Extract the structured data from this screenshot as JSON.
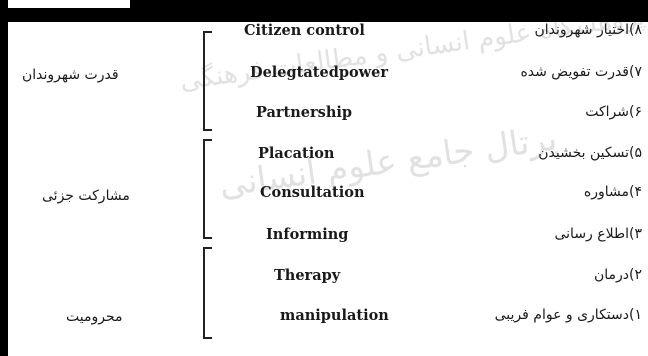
{
  "groups": [
    {
      "label": "قدرت شهروندان"
    },
    {
      "label": "مشارکت جزئی"
    },
    {
      "label": "محرومیت"
    }
  ],
  "rungs": [
    {
      "en": "Citizen control",
      "fa": "۸)اختیار شهروندان"
    },
    {
      "en": "Delegtatedpower",
      "fa": "۷)قدرت تفویض شده"
    },
    {
      "en": "Partnership",
      "fa": "۶)شراکت"
    },
    {
      "en": "Placation",
      "fa": "۵)تسکین بخشیدن"
    },
    {
      "en": "Consultation",
      "fa": "۴)مشاوره"
    },
    {
      "en": "Informing",
      "fa": "۳)اطلاع رسانی"
    },
    {
      "en": "Therapy",
      "fa": "۲)درمان"
    },
    {
      "en": "manipulation",
      "fa": "۱)دستکاری و عوام فریبی"
    }
  ]
}
